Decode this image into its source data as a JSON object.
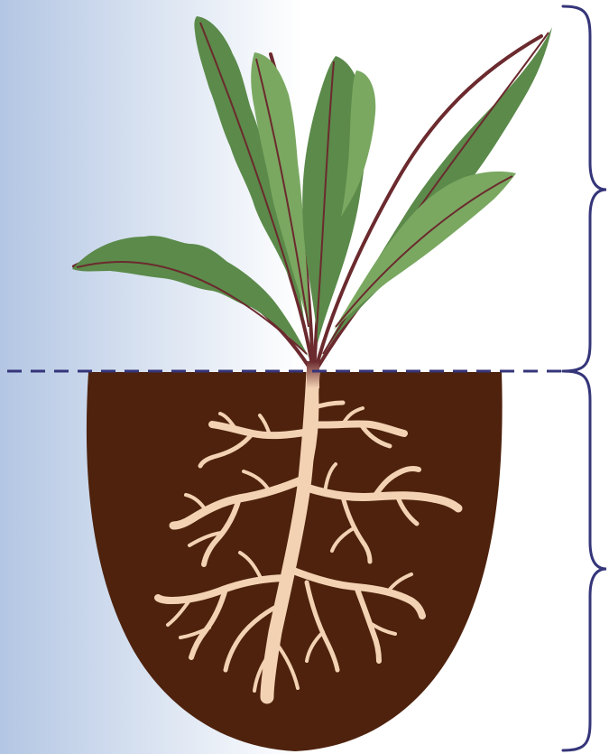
{
  "diagram": {
    "colors": {
      "background_gradient_left": "#b3c6e3",
      "background_gradient_right": "#ffffff",
      "soil": "#4e220d",
      "root": "#f3d2b3",
      "leaf": "#5b8a4a",
      "leaf_highlight": "#7aa861",
      "leaf_midrib": "#6b2a2e",
      "stem": "#6b2a2e",
      "ground_line": "#35357a",
      "brace": "#35357a"
    },
    "parts": [
      "shoot",
      "root_system"
    ],
    "ground_line_style": "dashed"
  }
}
